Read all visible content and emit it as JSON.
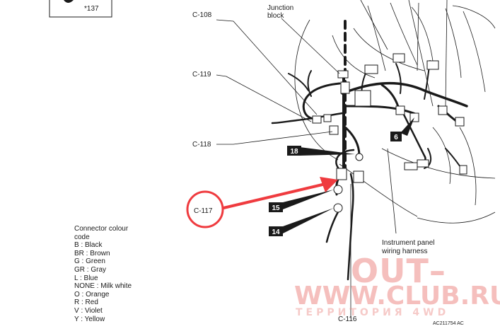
{
  "diagram": {
    "top_ref": "*137",
    "labels": {
      "junction_block_1": "Junction",
      "junction_block_2": "block",
      "c108": "C-108",
      "c119": "C-119",
      "c118": "C-118",
      "c117": "C-117",
      "c116": "C-116",
      "instrument_panel_1": "Instrument panel",
      "instrument_panel_2": "wiring harness"
    },
    "badges": {
      "b6": "6",
      "b18": "18",
      "b15": "15",
      "b14": "14"
    },
    "figure_code": "AC211754 AC",
    "highlight_color": "#ef3b3f"
  },
  "legend": {
    "title_1": "Connector colour",
    "title_2": "code",
    "items": [
      "B : Black",
      "BR : Brown",
      "G : Green",
      "GR : Gray",
      "L : Blue",
      "NONE : Milk white",
      "O : Orange",
      "R : Red",
      "V : Violet",
      "Y : Yellow"
    ]
  },
  "watermark": {
    "line1": "OUT–",
    "line2": "WWW.CLUB.RU",
    "line3": "ТЕРРИТОРИЯ 4WD"
  }
}
